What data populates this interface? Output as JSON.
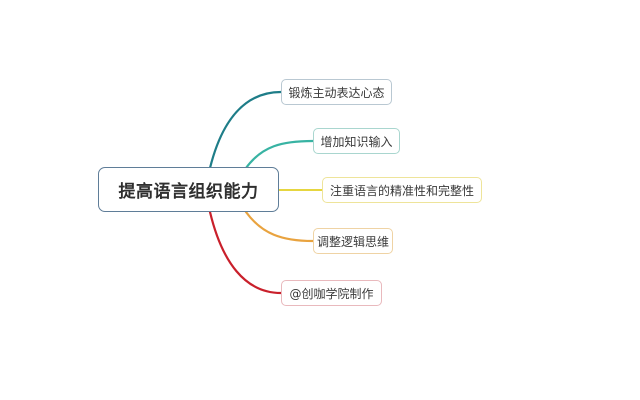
{
  "mindmap": {
    "root": {
      "label": "提高语言组织能力",
      "border_color": "#5f7d98"
    },
    "branches": [
      {
        "label": "锻炼主动表达心态",
        "line_color": "#1e7d88",
        "border_color": "#b9c8d2"
      },
      {
        "label": "增加知识输入",
        "line_color": "#38b3a3",
        "border_color": "#a9d6cf"
      },
      {
        "label": "注重语言的精准性和完整性",
        "line_color": "#e6d640",
        "border_color": "#eee49a"
      },
      {
        "label": "调整逻辑思维",
        "line_color": "#e9a33f",
        "border_color": "#efd3a4"
      },
      {
        "label": "@创咖学院制作",
        "line_color": "#c9202b",
        "border_color": "#e9b9bd"
      }
    ]
  }
}
